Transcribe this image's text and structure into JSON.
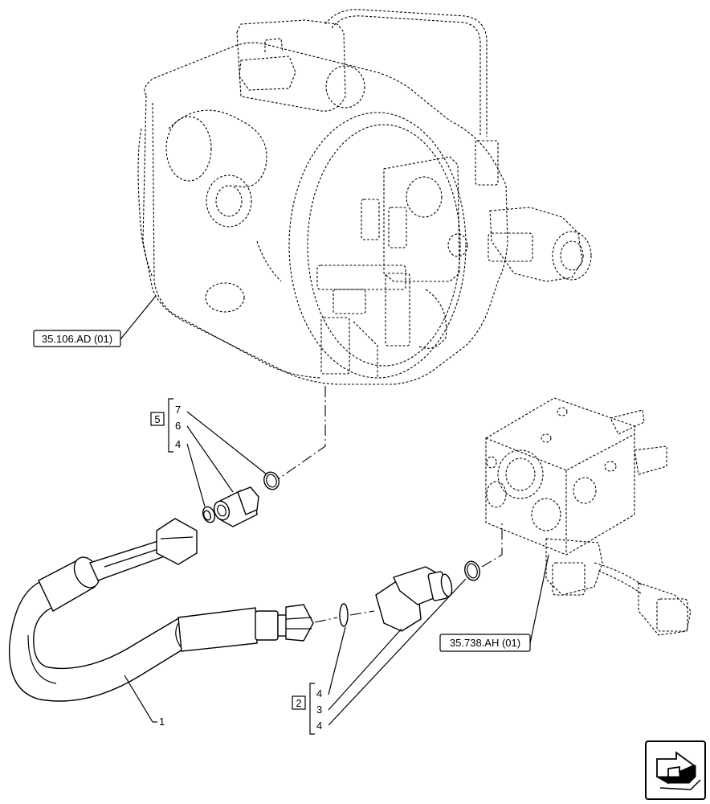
{
  "references": {
    "top": "35.106.AD (01)",
    "right": "35.738.AH (01)"
  },
  "groups": {
    "upper": {
      "box": "5",
      "items": [
        "7",
        "6",
        "4"
      ]
    },
    "lower": {
      "box": "2",
      "items": [
        "4",
        "3",
        "4"
      ]
    }
  },
  "callouts": {
    "hose": "1"
  },
  "nav": {
    "icon": "next-page-arrow-icon"
  }
}
